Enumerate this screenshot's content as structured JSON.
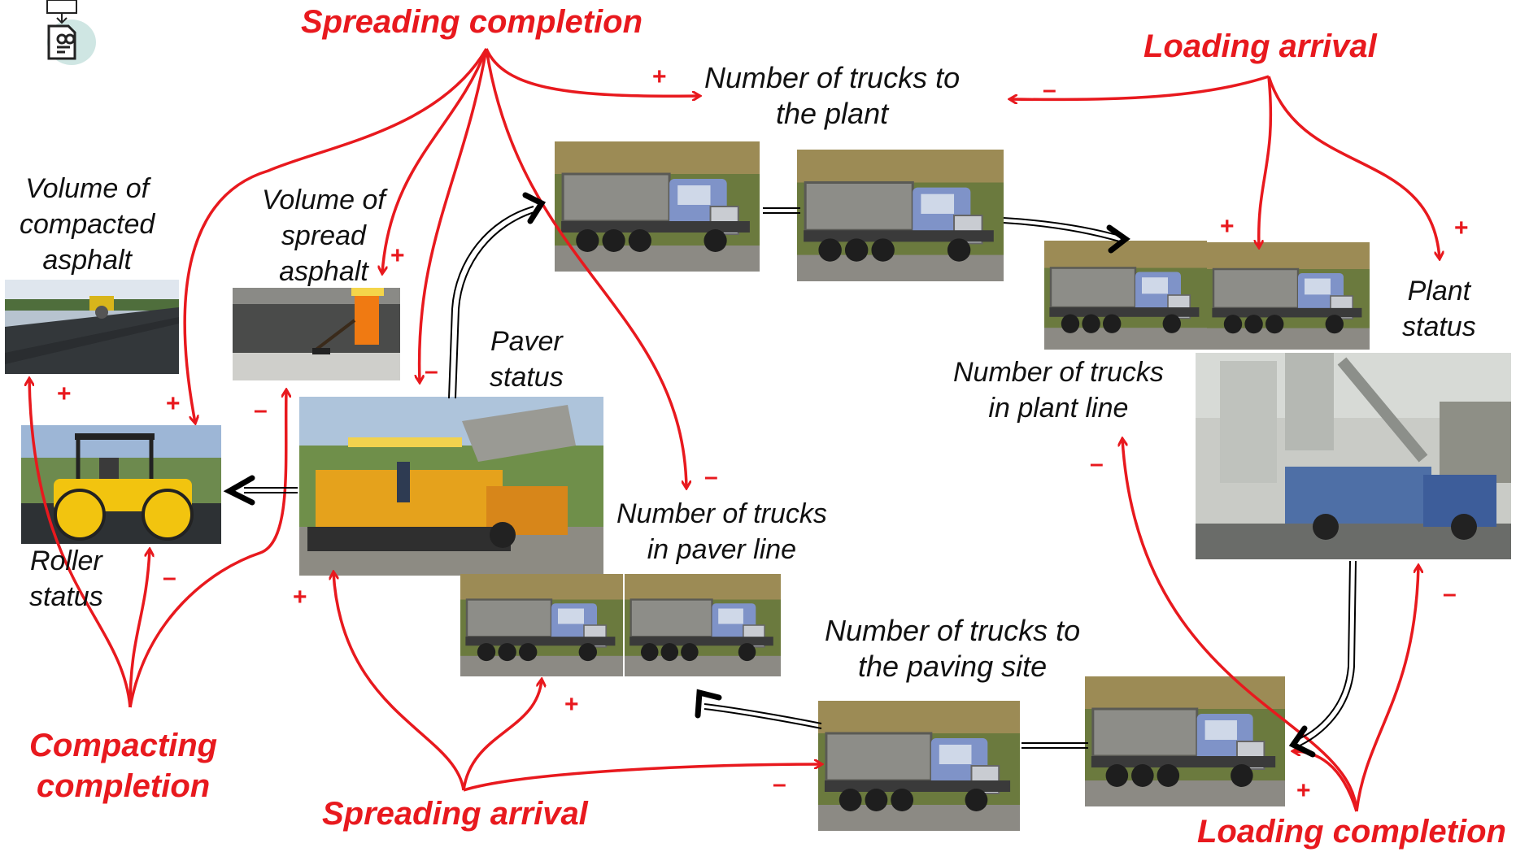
{
  "events": {
    "spreading_completion": "Spreading completion",
    "loading_arrival": "Loading arrival",
    "compacting_completion": [
      "Compacting",
      "completion"
    ],
    "spreading_arrival": "Spreading arrival",
    "loading_completion": "Loading completion"
  },
  "states": {
    "trucks_to_plant": [
      "Number of trucks to",
      "the plant"
    ],
    "compacted": [
      "Volume of",
      "compacted",
      "asphalt"
    ],
    "spread": [
      "Volume of",
      "spread",
      "asphalt"
    ],
    "paver_status": [
      "Paver",
      "status"
    ],
    "plant_status": [
      "Plant",
      "status"
    ],
    "plant_line": [
      "Number of trucks",
      "in plant line"
    ],
    "paver_line": [
      "Number of trucks",
      "in paver line"
    ],
    "roller_status": [
      "Roller",
      "status"
    ],
    "trucks_to_site": [
      "Number of trucks to",
      "the paving site"
    ]
  },
  "signs": {
    "plus": "+",
    "minus": "–"
  },
  "colors": {
    "arrow_red": "#e8191e",
    "flow_black": "#000000",
    "truck_blue": "#7f93c8",
    "dump_bed": "#8d8d88",
    "roller_yellow": "#f2c40f",
    "paver_yellow": "#e5a21c",
    "asphalt": "#3a3d40",
    "plant_gray": "#a9aca6"
  },
  "icons": [
    "document-flow-icon"
  ]
}
